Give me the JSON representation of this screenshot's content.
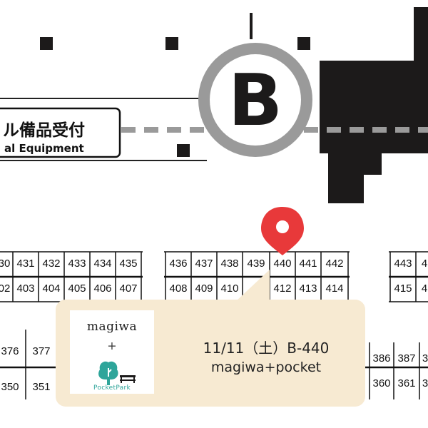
{
  "hall": {
    "letter": "B",
    "label_jp": "ル備品受付",
    "label_en": "al Equipment"
  },
  "booths": {
    "row1_top": [
      "30",
      "431",
      "432",
      "433",
      "434",
      "435",
      "436",
      "437",
      "438",
      "439",
      "440",
      "441",
      "442",
      "443",
      "4"
    ],
    "row1_bottom": [
      "02",
      "403",
      "404",
      "405",
      "406",
      "407",
      "408",
      "409",
      "410",
      "412",
      "413",
      "414",
      "415",
      "4"
    ],
    "row2_top": [
      "376",
      "377",
      "386",
      "387",
      "3"
    ],
    "row2_bottom": [
      "350",
      "351",
      "360",
      "361",
      "3"
    ]
  },
  "marker": {
    "booth": "440",
    "color": "#e8393a"
  },
  "callout": {
    "brand": "magiwa",
    "plus": "+",
    "logo_text": "PocketPark",
    "date_line": "11/11（土）B-440",
    "name_line": "magiwa+pocket"
  },
  "colors": {
    "callout_bg": "#f7ead2",
    "logo_teal": "#2ea59a",
    "building": "#1c1a1a",
    "hall_ring": "#9a9a9a"
  }
}
